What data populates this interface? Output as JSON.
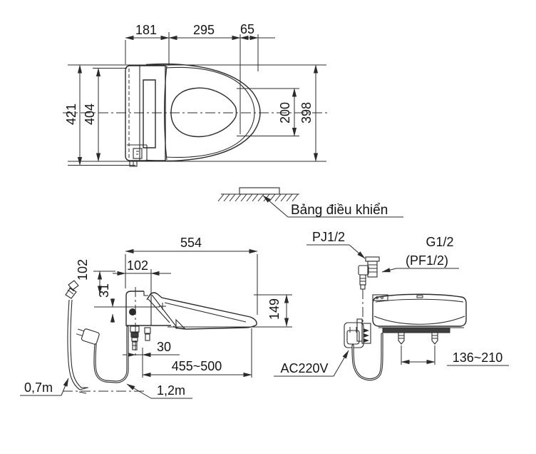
{
  "colors": {
    "line": "#2b2b2b",
    "text": "#141414",
    "background": "#ffffff"
  },
  "top_view": {
    "dim_181": "181",
    "dim_295": "295",
    "dim_65": "65",
    "dim_421": "421",
    "dim_404": "404",
    "dim_200": "200",
    "dim_398": "398"
  },
  "control_panel": {
    "label": "Bảng điều khiển"
  },
  "side_view": {
    "dim_554": "554",
    "dim_102_top": "102",
    "dim_102_side": "102",
    "dim_31": "31",
    "dim_149": "149",
    "dim_30": "30",
    "dim_455_500": "455~500",
    "hose_length": "0,7m",
    "cord_length": "1,2m"
  },
  "rear_view": {
    "label_pj12": "PJ1/2",
    "label_g12": "G1/2",
    "label_pf12": "(PF1/2)",
    "label_power": "AC220V",
    "dim_136_210": "136~210"
  }
}
